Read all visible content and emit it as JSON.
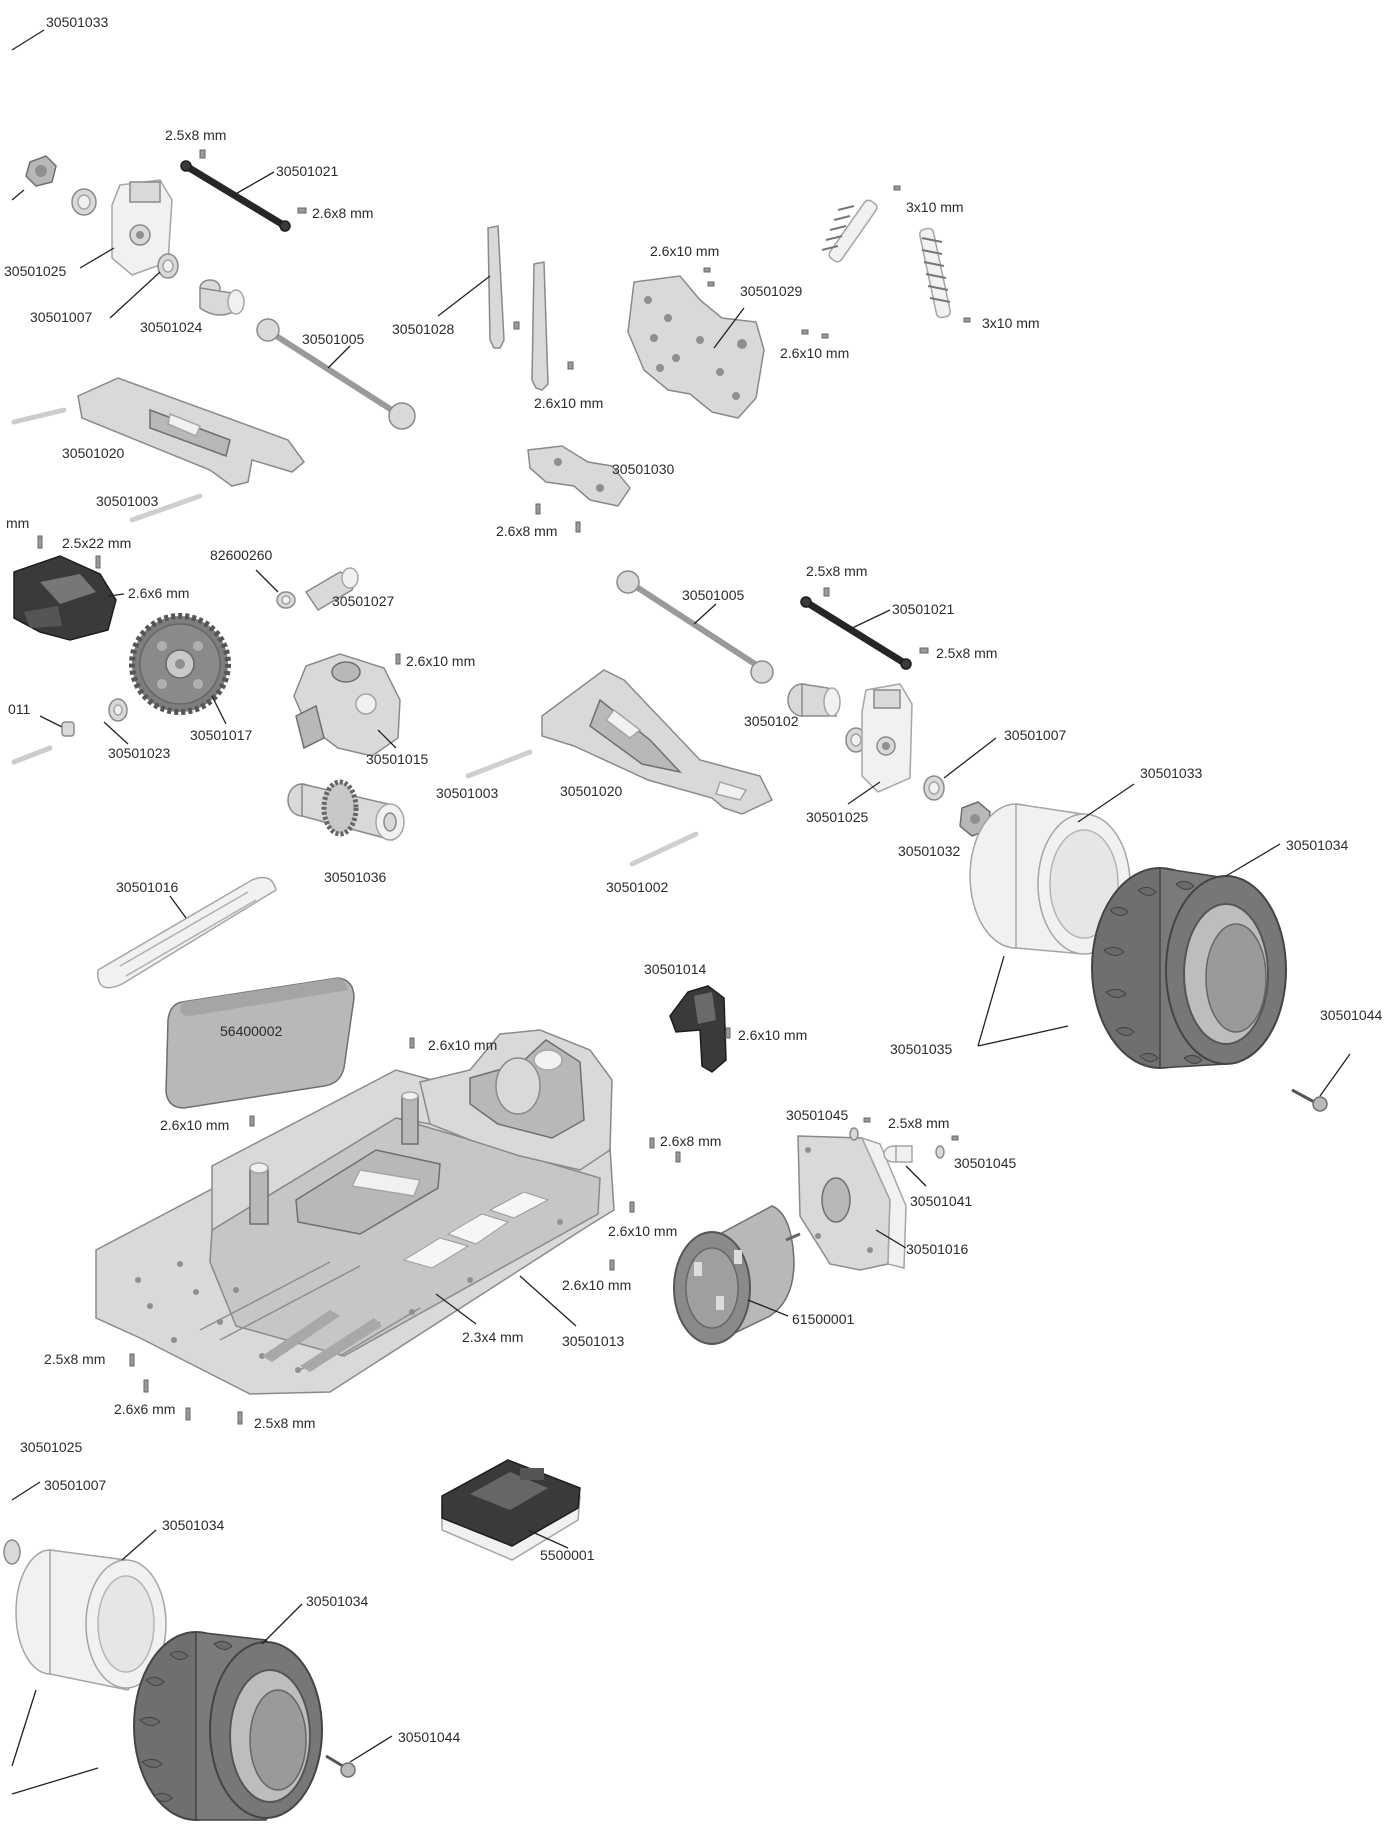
{
  "labels": {
    "p30501033_top": "30501033",
    "s_25x8_a": "2.5x8 mm",
    "p30501021_a": "30501021",
    "s_26x8_a": "2.6x8 mm",
    "p30501025_a": "30501025",
    "p30501007_a": "30501007",
    "p30501024": "30501024",
    "p30501005_a": "30501005",
    "p30501028": "30501028",
    "s_26x10_a": "2.6x10 mm",
    "p30501029": "30501029",
    "s_26x10_b": "2.6x10 mm",
    "s_26x10_c": "2.6x10 mm",
    "s_3x10_a": "3x10 mm",
    "s_3x10_b": "3x10 mm",
    "p30501020_a": "30501020",
    "p30501003_a": "30501003",
    "p30501030": "30501030",
    "s_26x8_b": "2.6x8 mm",
    "s_mm_left": "mm",
    "s_25x22": "2.5x22 mm",
    "s_26x6_a": "2.6x6 mm",
    "p82600260": "82600260",
    "p30501027": "30501027",
    "p30501005_b": "30501005",
    "s_25x8_b": "2.5x8 mm",
    "p30501021_b": "30501021",
    "s_25x8_c": "2.5x8 mm",
    "s_26x10_d": "2.6x10 mm",
    "p011": "011",
    "p30501023": "30501023",
    "p30501017": "30501017",
    "p30501015": "30501015",
    "p30501003_b": "30501003",
    "p30501020_b": "30501020",
    "p30501024_b": "3050102",
    "p30501007_b": "30501007",
    "p30501033_b": "30501033",
    "p30501025_b": "30501025",
    "p30501032": "30501032",
    "p30501034_a": "30501034",
    "p30501036": "30501036",
    "p30501002": "30501002",
    "p30501016_a": "30501016",
    "p30501014": "30501014",
    "s_26x10_e": "2.6x10 mm",
    "p56400002": "56400002",
    "s_26x10_f": "2.6x10 mm",
    "p30501035": "30501035",
    "p30501044_a": "30501044",
    "s_26x10_g": "2.6x10 mm",
    "p30501045_a": "30501045",
    "s_25x8_d": "2.5x8 mm",
    "p30501045_b": "30501045",
    "s_26x8_c": "2.6x8 mm",
    "p30501041": "30501041",
    "s_26x10_h": "2.6x10 mm",
    "p30501016_b": "30501016",
    "s_26x10_i": "2.6x10 mm",
    "p61500001": "61500001",
    "s_23x4": "2.3x4 mm",
    "p30501013": "30501013",
    "s_25x8_e": "2.5x8 mm",
    "s_26x6_b": "2.6x6 mm",
    "s_25x8_f": "2.5x8 mm",
    "p30501025_c": "30501025",
    "p30501007_c": "30501007",
    "p30501034_b": "30501034",
    "p5500001": "5500001",
    "p30501034_c": "30501034",
    "p30501044_b": "30501044"
  }
}
